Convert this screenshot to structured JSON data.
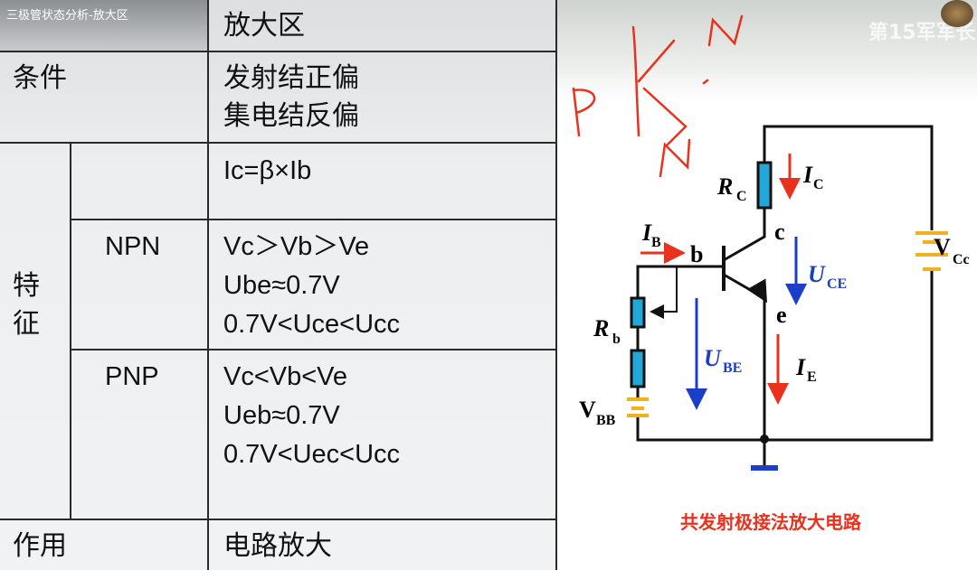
{
  "window_title": "三极管状态分析-放大区",
  "watermark": "第15军军长",
  "table": {
    "header": "放大区",
    "condition_label": "条件",
    "condition_lines": [
      "发射结正偏",
      "集电结反偏"
    ],
    "feature_label": [
      "特",
      "征"
    ],
    "general": "Ic=β×Ib",
    "npn": {
      "label": "NPN",
      "lines": [
        "Vc＞Vb＞Ve",
        "Ube≈0.7V",
        "0.7V<Uce<Ucc"
      ]
    },
    "pnp": {
      "label": "PNP",
      "lines": [
        "Vc<Vb<Ve",
        "Ueb≈0.7V",
        "0.7V<Uec<Ucc"
      ]
    },
    "function_label": "作用",
    "function_value": "电路放大"
  },
  "circuit": {
    "labels": {
      "Rc": "R",
      "Rc_sub": "C",
      "Ic": "I",
      "Ic_sub": "C",
      "c": "c",
      "Ib": "I",
      "Ib_sub": "B",
      "b": "b",
      "Uce": "U",
      "Uce_sub": "CE",
      "e": "e",
      "Rb": "R",
      "Rb_sub": "b",
      "Ube": "U",
      "Ube_sub": "BE",
      "Ie": "I",
      "Ie_sub": "E",
      "Vbb": "V",
      "Vbb_sub": "BB",
      "Vcc": "V",
      "Vcc_sub": "Cc"
    },
    "caption": "共发射极接法放大电路"
  },
  "colors": {
    "red": "#e8321e",
    "blue": "#1a3fc4",
    "resistor": "#22a7d8",
    "battery": "#f0b020"
  }
}
